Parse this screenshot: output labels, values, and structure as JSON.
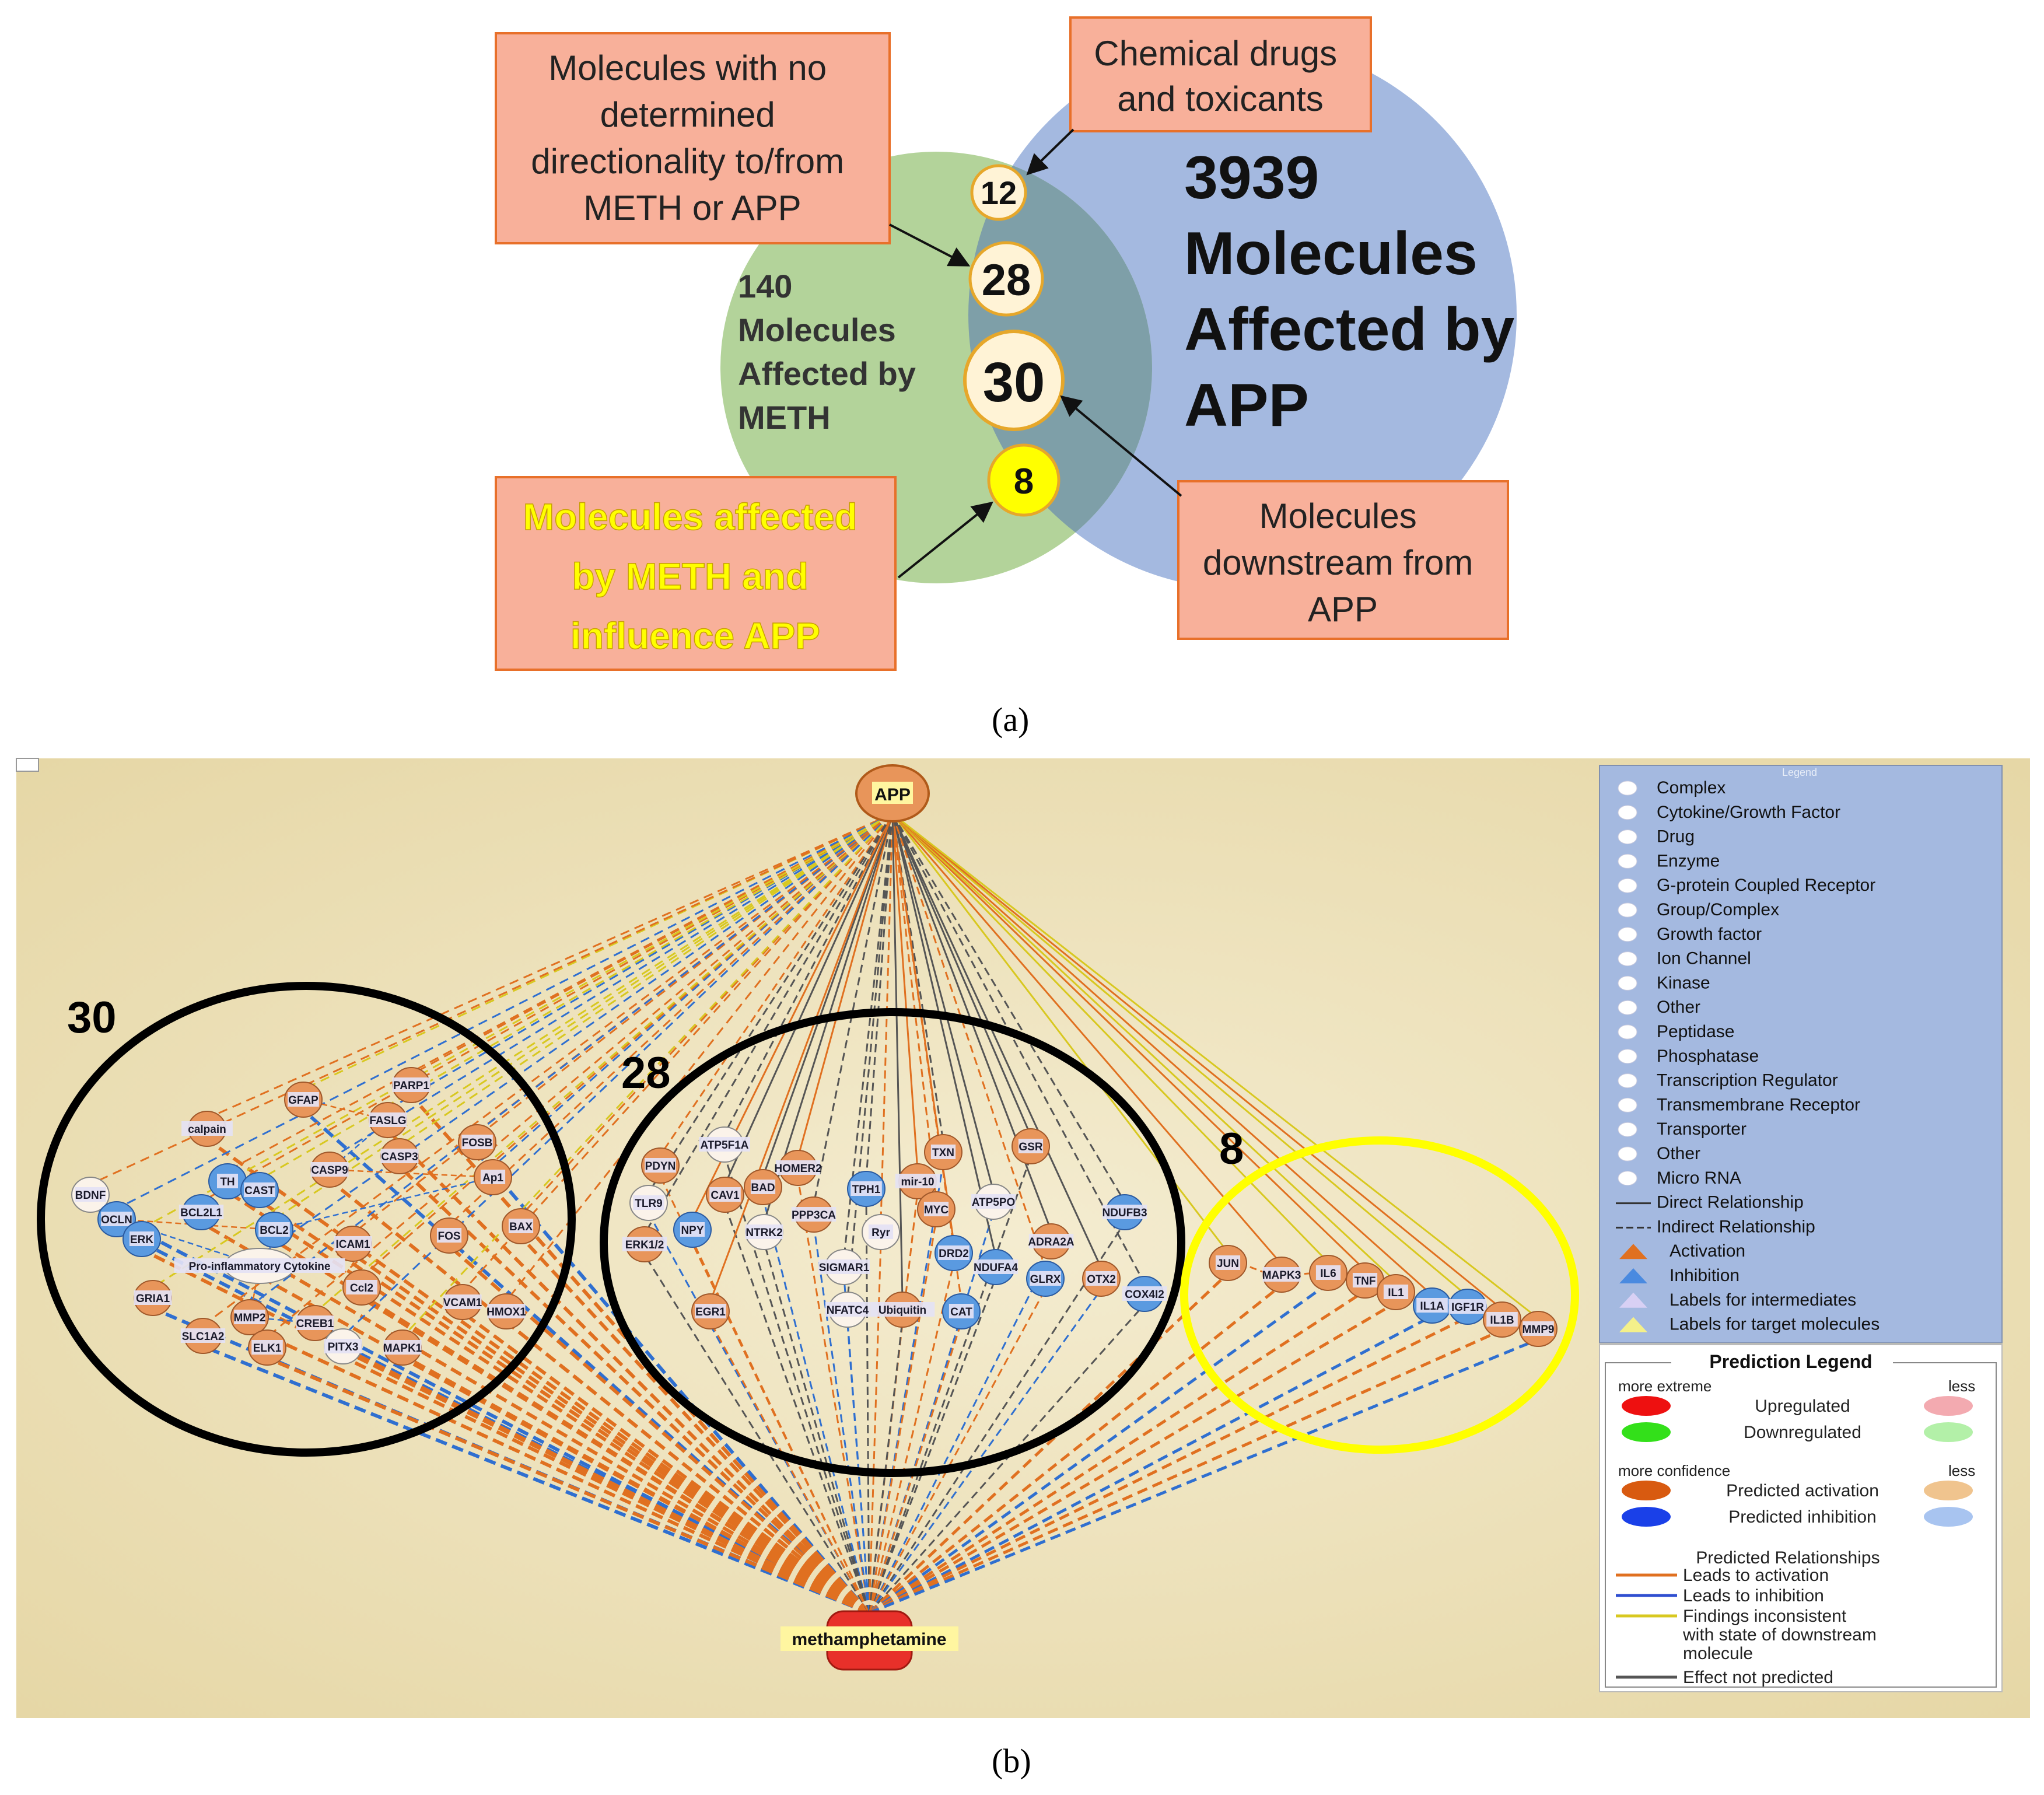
{
  "panel_a": {
    "caption": "(a)",
    "meth_circle": {
      "lines": [
        "140",
        "Molecules",
        "Affected by",
        "METH"
      ],
      "color": "#b3d39a"
    },
    "app_circle": {
      "lines": [
        "3939",
        "Molecules",
        "Affected by",
        "APP"
      ],
      "color": "#a4b9e0"
    },
    "overlap_color": "#7e9fa8",
    "counts": [
      {
        "value": "12",
        "fill": "#fff3d6"
      },
      {
        "value": "28",
        "fill": "#fff3d6"
      },
      {
        "value": "30",
        "fill": "#fff3d6"
      },
      {
        "value": "8",
        "fill": "#ffff00"
      }
    ],
    "boxes": {
      "chemical": {
        "lines": [
          "Chemical drugs",
          "and toxicants"
        ]
      },
      "no_direction": {
        "lines": [
          "Molecules with no",
          "determined",
          "directionality to/from",
          "METH or APP"
        ]
      },
      "meth_influence": {
        "lines": [
          "Molecules affected",
          "by METH and",
          "influence APP"
        ],
        "text_color": "#ffff00"
      },
      "downstream": {
        "lines": [
          "Molecules",
          "downstream from",
          "APP"
        ]
      }
    },
    "box_fill": "#f8b09a",
    "box_border": "#e8702a"
  },
  "panel_b": {
    "caption": "(b)",
    "top_node": "APP",
    "bottom_node": "methamphetamine",
    "groups": [
      {
        "label": "30",
        "ring_color": "#000000"
      },
      {
        "label": "28",
        "ring_color": "#000000"
      },
      {
        "label": "8",
        "ring_color": "#ffff00"
      }
    ],
    "group30_nodes": [
      "GFAP",
      "PARP1",
      "calpain",
      "FASLG",
      "CASP3",
      "FOSB",
      "CASP9",
      "TH",
      "CAST",
      "Ap1",
      "BDNF",
      "BCL2L1",
      "BCL2",
      "ICAM1",
      "BAX",
      "OCLN",
      "ERK",
      "FOS",
      "Pro-inflammatory Cytokine",
      "Ccl2",
      "GRIA1",
      "MMP2",
      "VCAM1",
      "HMOX1",
      "CREB1",
      "SLC1A2",
      "ELK1",
      "PITX3",
      "MAPK1"
    ],
    "group28_nodes": [
      "ATP5F1A",
      "HOMER2",
      "TXN",
      "GSR",
      "PDYN",
      "BAD",
      "TPH1",
      "mir-10",
      "TLR9",
      "CAV1",
      "MYC",
      "ATP5PO",
      "NDUFB3",
      "NPY",
      "PPP3CA",
      "NTRK2",
      "Ryr",
      "ADRA2A",
      "ERK1/2",
      "DRD2",
      "SIGMAR1",
      "NDUFA4",
      "GLRX",
      "OTX2",
      "COX4I2",
      "EGR1",
      "NFATC4",
      "Ubiquitin",
      "CAT"
    ],
    "group8_nodes": [
      "JUN",
      "MAPK3",
      "IL6",
      "TNF",
      "IL1",
      "IL1A",
      "IGF1R",
      "IL1B",
      "MMP9"
    ],
    "legend_title": "Legend",
    "legend_items": [
      {
        "label": "Complex",
        "icon": "complex-icon"
      },
      {
        "label": "Cytokine/Growth Factor",
        "icon": "cytokine-icon"
      },
      {
        "label": "Drug",
        "icon": "drug-icon"
      },
      {
        "label": "Enzyme",
        "icon": "enzyme-icon"
      },
      {
        "label": "G-protein Coupled Receptor",
        "icon": "gpcr-icon"
      },
      {
        "label": "Group/Complex",
        "icon": "group-icon"
      },
      {
        "label": "Growth factor",
        "icon": "growth-factor-icon"
      },
      {
        "label": "Ion Channel",
        "icon": "ion-channel-icon"
      },
      {
        "label": "Kinase",
        "icon": "kinase-icon"
      },
      {
        "label": "Other",
        "icon": "other-icon"
      },
      {
        "label": "Peptidase",
        "icon": "peptidase-icon"
      },
      {
        "label": "Phosphatase",
        "icon": "phosphatase-icon"
      },
      {
        "label": "Transcription Regulator",
        "icon": "transcription-regulator-icon"
      },
      {
        "label": "Transmembrane Receptor",
        "icon": "transmembrane-receptor-icon"
      },
      {
        "label": "Transporter",
        "icon": "transporter-icon"
      },
      {
        "label": "Other",
        "icon": "other-icon"
      },
      {
        "label": "Micro RNA",
        "icon": "microrna-icon"
      },
      {
        "label": "Direct Relationship",
        "icon": "solid-line-icon"
      },
      {
        "label": "Indirect Relationship",
        "icon": "dashed-line-icon"
      },
      {
        "label": "Activation",
        "icon": "activation-triangle-icon"
      },
      {
        "label": "Inhibition",
        "icon": "inhibition-triangle-icon"
      },
      {
        "label": "Labels for intermediates",
        "icon": "intermediate-triangle-icon"
      },
      {
        "label": "Labels for target molecules",
        "icon": "target-triangle-icon"
      }
    ],
    "prediction_legend": {
      "title": "Prediction Legend",
      "more_extreme": "more extreme",
      "more_confidence": "more confidence",
      "less": "less",
      "upregulated": "Upregulated",
      "downregulated": "Downregulated",
      "predicted_activation": "Predicted activation",
      "predicted_inhibition": "Predicted inhibition",
      "relationships_title": "Predicted Relationships",
      "leads_activation": "Leads to activation",
      "leads_inhibition": "Leads to inhibition",
      "inconsistent": [
        "Findings inconsistent",
        "with state of downstream",
        "molecule"
      ],
      "not_predicted": "Effect not predicted"
    },
    "colors": {
      "activation": "#e07020",
      "inhibition": "#2f6fd0",
      "inconsistent": "#d8c820",
      "not_predicted": "#555555",
      "node_orange": "#e8955a",
      "node_blue": "#5a9ae0",
      "legend_bg": "#a4b9e0",
      "background": "#efe4bf"
    }
  }
}
